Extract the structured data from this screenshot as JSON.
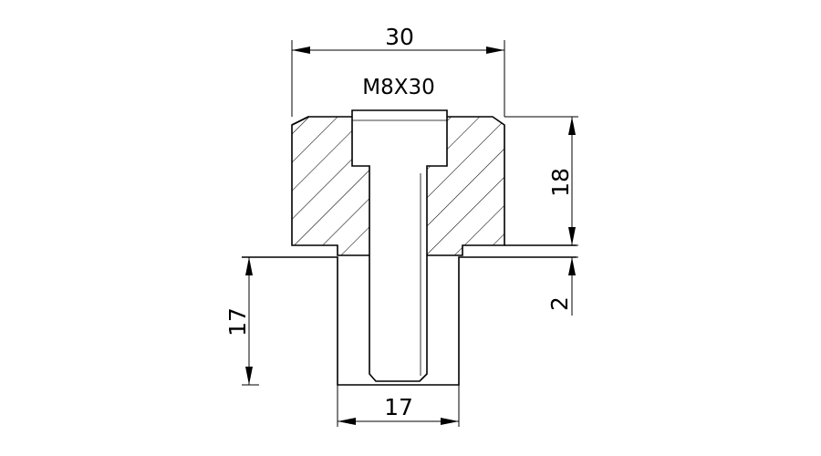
{
  "drawing": {
    "callout": "M8X30",
    "dimensions": {
      "top_width": "30",
      "right_height": "18",
      "right_gap": "2",
      "left_height": "17",
      "bottom_width": "17"
    }
  }
}
